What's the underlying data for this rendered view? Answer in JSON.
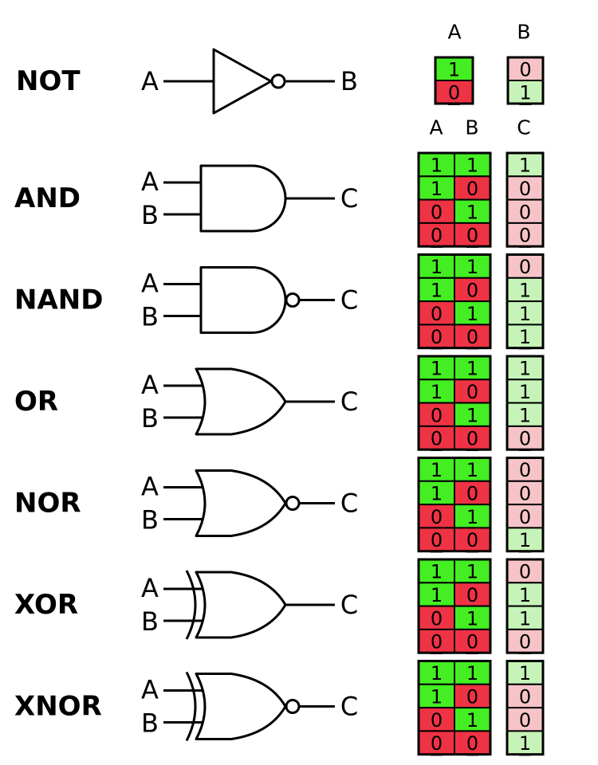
{
  "headers": {
    "not_input": "A",
    "not_output": "B",
    "input_a": "A",
    "input_b": "B",
    "output": "C"
  },
  "colors": {
    "true_fill": "#44ee22",
    "false_fill": "#ee3344",
    "output_true_fill": "#c6f4b8",
    "output_false_fill": "#f6c4c8",
    "stroke": "#000000"
  },
  "not_gate": {
    "name": "NOT",
    "input_label": "A",
    "output_label": "B",
    "icon": "not-gate-symbol",
    "truth_table": [
      {
        "a": "1",
        "out": "0"
      },
      {
        "a": "0",
        "out": "1"
      }
    ]
  },
  "gates": [
    {
      "name": "AND",
      "input_a_label": "A",
      "input_b_label": "B",
      "output_label": "C",
      "icon": "and-gate-symbol",
      "truth_table": [
        {
          "a": "1",
          "b": "1",
          "out": "1"
        },
        {
          "a": "1",
          "b": "0",
          "out": "0"
        },
        {
          "a": "0",
          "b": "1",
          "out": "0"
        },
        {
          "a": "0",
          "b": "0",
          "out": "0"
        }
      ]
    },
    {
      "name": "NAND",
      "input_a_label": "A",
      "input_b_label": "B",
      "output_label": "C",
      "icon": "nand-gate-symbol",
      "truth_table": [
        {
          "a": "1",
          "b": "1",
          "out": "0"
        },
        {
          "a": "1",
          "b": "0",
          "out": "1"
        },
        {
          "a": "0",
          "b": "1",
          "out": "1"
        },
        {
          "a": "0",
          "b": "0",
          "out": "1"
        }
      ]
    },
    {
      "name": "OR",
      "input_a_label": "A",
      "input_b_label": "B",
      "output_label": "C",
      "icon": "or-gate-symbol",
      "truth_table": [
        {
          "a": "1",
          "b": "1",
          "out": "1"
        },
        {
          "a": "1",
          "b": "0",
          "out": "1"
        },
        {
          "a": "0",
          "b": "1",
          "out": "1"
        },
        {
          "a": "0",
          "b": "0",
          "out": "0"
        }
      ]
    },
    {
      "name": "NOR",
      "input_a_label": "A",
      "input_b_label": "B",
      "output_label": "C",
      "icon": "nor-gate-symbol",
      "truth_table": [
        {
          "a": "1",
          "b": "1",
          "out": "0"
        },
        {
          "a": "1",
          "b": "0",
          "out": "0"
        },
        {
          "a": "0",
          "b": "1",
          "out": "0"
        },
        {
          "a": "0",
          "b": "0",
          "out": "1"
        }
      ]
    },
    {
      "name": "XOR",
      "input_a_label": "A",
      "input_b_label": "B",
      "output_label": "C",
      "icon": "xor-gate-symbol",
      "truth_table": [
        {
          "a": "1",
          "b": "1",
          "out": "0"
        },
        {
          "a": "1",
          "b": "0",
          "out": "1"
        },
        {
          "a": "0",
          "b": "1",
          "out": "1"
        },
        {
          "a": "0",
          "b": "0",
          "out": "0"
        }
      ]
    },
    {
      "name": "XNOR",
      "input_a_label": "A",
      "input_b_label": "B",
      "output_label": "C",
      "icon": "xnor-gate-symbol",
      "truth_table": [
        {
          "a": "1",
          "b": "1",
          "out": "1"
        },
        {
          "a": "1",
          "b": "0",
          "out": "0"
        },
        {
          "a": "0",
          "b": "1",
          "out": "0"
        },
        {
          "a": "0",
          "b": "0",
          "out": "1"
        }
      ]
    }
  ]
}
